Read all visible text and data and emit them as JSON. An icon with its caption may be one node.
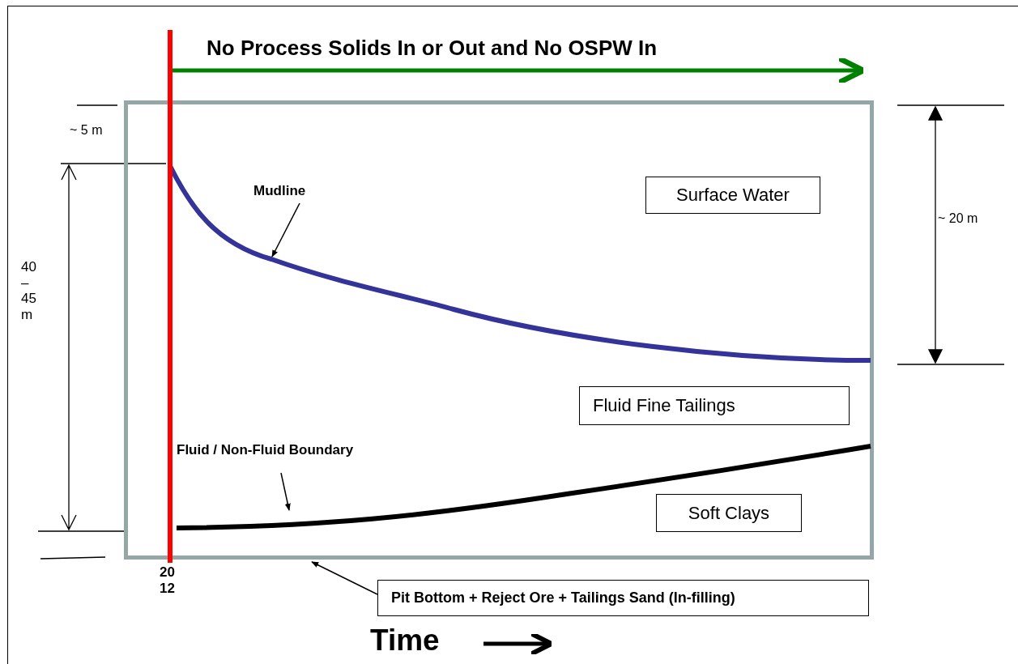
{
  "diagram": {
    "nodes": [
      {
        "text": [],
        "shape": "box"
      },
      {
        "text": [
          "Surface Water"
        ],
        "in": 0
      },
      {
        "text": [
          "Fluid Fine Tailings"
        ],
        "in": 0
      },
      {
        "text": [
          "Soft Clays"
        ],
        "in": 0
      },
      {
        "text": [
          "Mudline"
        ],
        "in": 0
      },
      {
        "text": [
          "Fluid / Non-Fluid Boundary"
        ],
        "in": 0
      },
      {
        "text": [
          "Pit Bottom + Reject Ore + Tailings Sand (In-filling)"
        ]
      }
    ],
    "edges": [
      {
        "from": 4,
        "to": null,
        "arrow": "to"
      },
      {
        "from": 5,
        "to": null,
        "arrow": "to"
      },
      {
        "from": 6,
        "to": 0,
        "arrow": "to"
      }
    ],
    "labels": [
      "No Process Solids In or Out and No OSPW In",
      "~ 5 m",
      "~ 20 m",
      "40 – 45 m",
      "20 12",
      "Time"
    ]
  }
}
